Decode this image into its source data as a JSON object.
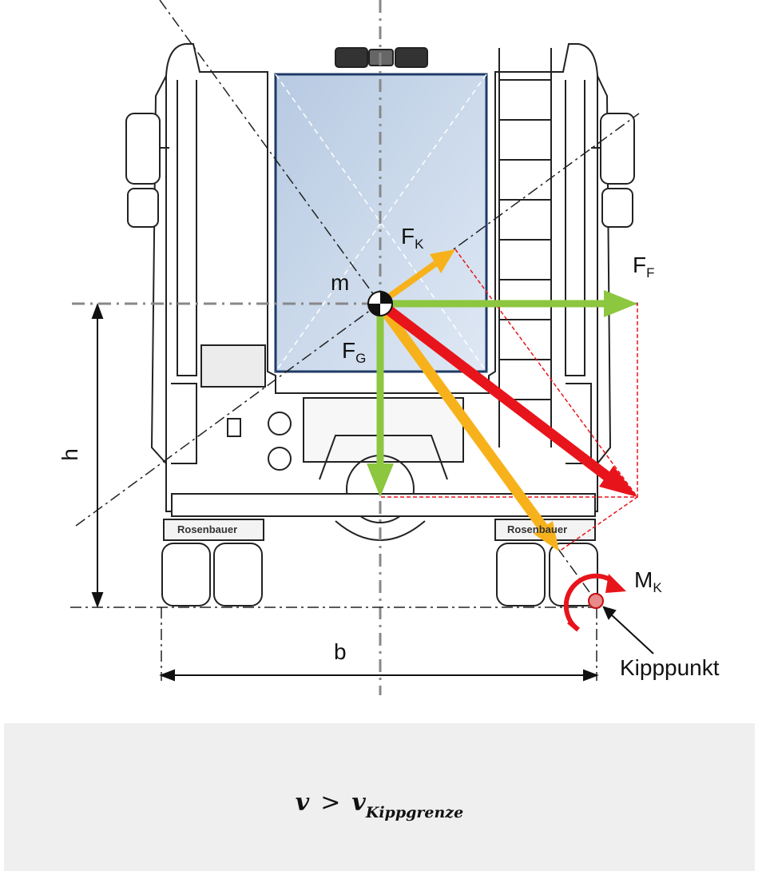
{
  "labels": {
    "mass": "m",
    "f_k_main": "F",
    "f_k_sub": "K",
    "f_f_main": "F",
    "f_f_sub": "F",
    "f_g_main": "F",
    "f_g_sub": "G",
    "m_k_main": "M",
    "m_k_sub": "K",
    "height": "h",
    "width": "b",
    "tipping_point": "Kipppunkt",
    "brand_left": "Rosenbauer",
    "brand_right": "Rosenbauer"
  },
  "formula": {
    "lhs": "v",
    "operator": ">",
    "rhs": "v",
    "rhs_subscript": "Kippgrenze"
  },
  "colors": {
    "gravity_force": "#8dc63f",
    "centrifugal_force": "#8dc63f",
    "tilting_force": "#f7b21b",
    "resultant_force": "#e8141b",
    "tipping_moment": "#e8141b",
    "window": "#cfdcec",
    "formula_panel": "#efefef"
  }
}
